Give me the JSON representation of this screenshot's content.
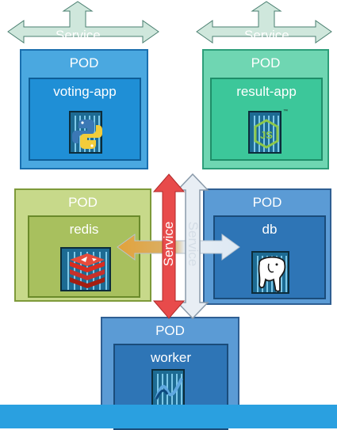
{
  "services": {
    "top_left": "Service",
    "top_right": "Service",
    "red_vertical": "Service",
    "white_vertical": "Service"
  },
  "pods": {
    "voting": {
      "pod_label": "POD",
      "container": "voting-app",
      "icon": "python-icon"
    },
    "result": {
      "pod_label": "POD",
      "container": "result-app",
      "icon": "nodejs-icon"
    },
    "redis": {
      "pod_label": "POD",
      "container": "redis",
      "icon": "redis-icon"
    },
    "db": {
      "pod_label": "POD",
      "container": "db",
      "icon": "postgres-elephant-icon"
    },
    "worker": {
      "pod_label": "POD",
      "container": "worker",
      "icon": "dotnet-icon"
    }
  },
  "colors": {
    "voting_outer": "#4aa8e0",
    "voting_inner": "#1f8fd6",
    "result_outer": "#6fd6b2",
    "result_inner": "#3cc79a",
    "redis_outer": "#c7d98a",
    "redis_inner": "#a8c05e",
    "db_outer": "#5b9bd5",
    "db_inner": "#2e75b6",
    "worker_outer": "#5b9bd5",
    "worker_inner": "#2e75b6",
    "service_arrow": "#cfe7dc",
    "red_arrow": "#e84b4b",
    "white_arrow": "#e8eef4",
    "bottom_bar": "#2aa0e0"
  }
}
